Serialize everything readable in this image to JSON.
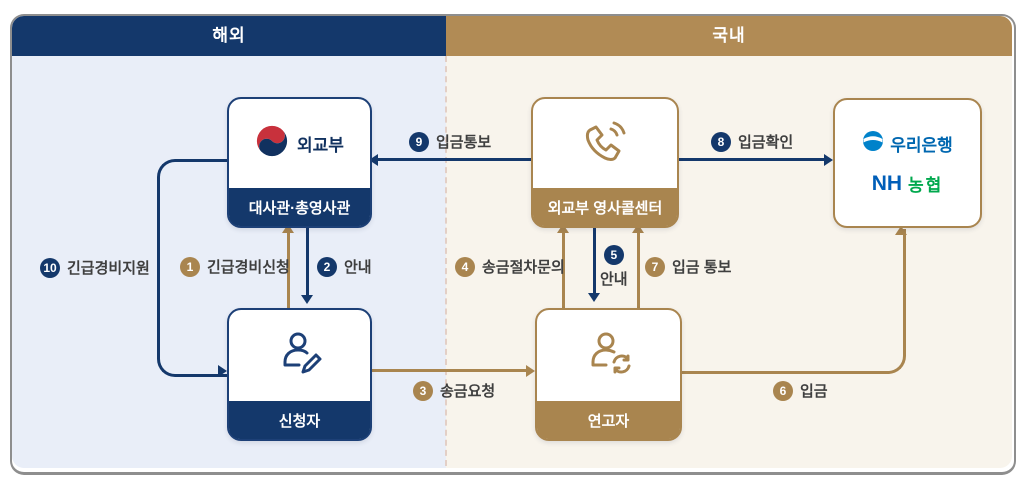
{
  "header": {
    "overseas": "해외",
    "domestic": "국내"
  },
  "boxes": {
    "embassy": {
      "org": "외교부",
      "label": "대사관·총영사관"
    },
    "call_center": {
      "label": "외교부 영사콜센터"
    },
    "bank": {
      "woori": "우리은행",
      "nh_prefix": "NH",
      "nh_suffix": "농협"
    },
    "applicant": {
      "label": "신청자"
    },
    "contact": {
      "label": "연고자"
    }
  },
  "steps": [
    {
      "num": "1",
      "label": "긴급경비신청",
      "color": "#a9854f"
    },
    {
      "num": "2",
      "label": "안내",
      "color": "#14386b"
    },
    {
      "num": "3",
      "label": "송금요청",
      "color": "#a9854f"
    },
    {
      "num": "4",
      "label": "송금절차문의",
      "color": "#a9854f"
    },
    {
      "num": "5",
      "label": "안내",
      "color": "#14386b"
    },
    {
      "num": "6",
      "label": "입금",
      "color": "#a9854f"
    },
    {
      "num": "7",
      "label": "입금 통보",
      "color": "#a9854f"
    },
    {
      "num": "8",
      "label": "입금확인",
      "color": "#14386b"
    },
    {
      "num": "9",
      "label": "입금통보",
      "color": "#14386b"
    },
    {
      "num": "10",
      "label": "긴급경비지원",
      "color": "#14386b"
    }
  ],
  "colors": {
    "navy": "#14386b",
    "gold": "#a9854f",
    "header_gold": "#b18b55",
    "zone_overseas_bg": "#e9eef8",
    "zone_domestic_bg": "#f8f4ec",
    "woori_blue": "#0067b0",
    "nh_blue": "#005eb8",
    "nh_green": "#00a84d",
    "mofa_red": "#c8313c",
    "mofa_navy": "#11315f"
  }
}
